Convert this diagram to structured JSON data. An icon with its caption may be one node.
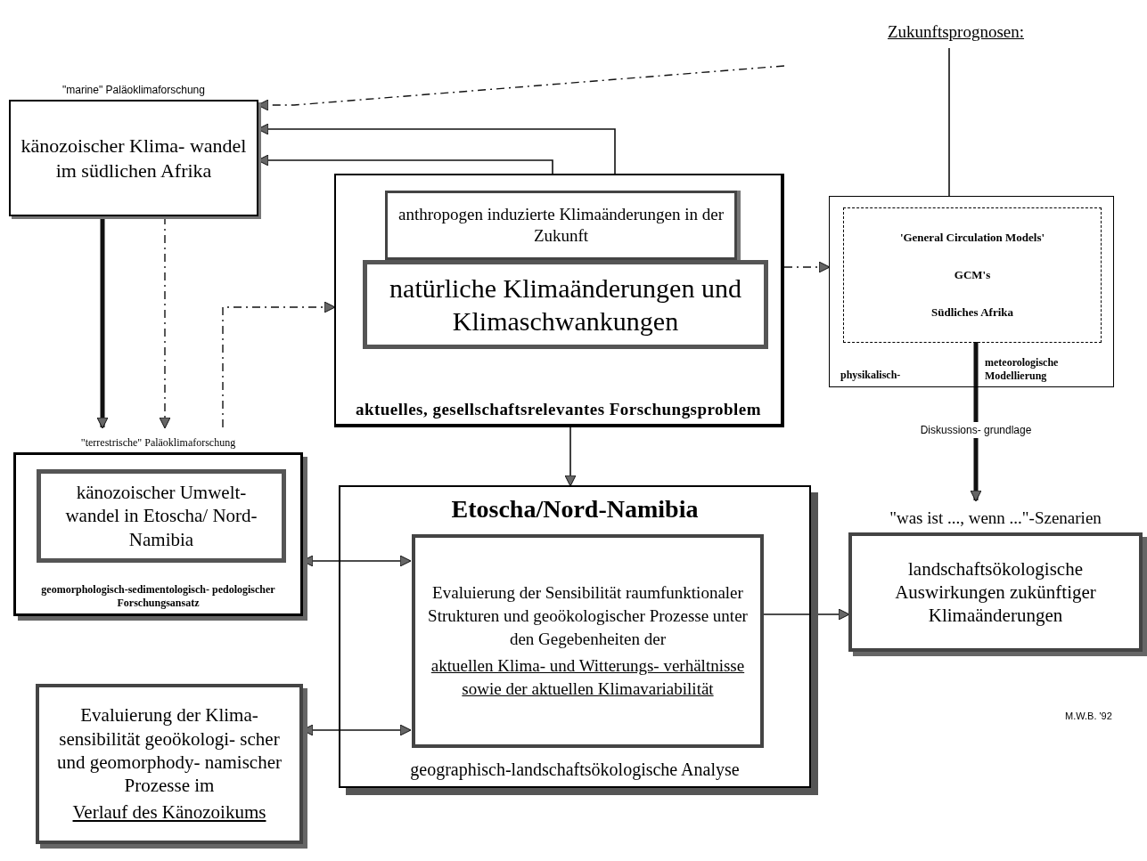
{
  "diagram": {
    "nodes": [
      {
        "text": [
          "\"marine\" Paläoklimaforschung",
          "känozoischer Klima- wandel im südlichen Afrika"
        ]
      },
      {
        "text": [
          "aktuelles, gesellschaftsrelevantes Forschungsproblem"
        ]
      },
      {
        "text": [
          "anthropogen induzierte Klimaänderungen in der Zukunft"
        ],
        "in": 1
      },
      {
        "text": [
          "natürliche Klimaänderungen und Klimaschwankungen"
        ],
        "in": 1
      },
      {
        "text": [
          "physikalisch-",
          "meteorologische Modellierung"
        ]
      },
      {
        "text": [
          "'General Circulation Models'",
          "GCM's",
          "Südliches Afrika"
        ],
        "in": 4
      },
      {
        "text": [
          "Zukunftsprognosen:"
        ]
      },
      {
        "text": [
          "\"terrestrische\" Paläoklimaforschung",
          "geomorphologisch-sedimentologisch- pedologischer Forschungsansatz"
        ]
      },
      {
        "text": [
          "känozoischer Umwelt- wandel in Etoscha/ Nord-Namibia"
        ],
        "in": 7
      },
      {
        "text": [
          "Etoscha/Nord-Namibia",
          "geographisch-landschaftsökologische Analyse"
        ]
      },
      {
        "text": [
          "Evaluierung der Sensibilität raumfunktionaler Strukturen und geoökologischer Prozesse unter den Gegebenheiten der",
          "aktuellen Klima- und Witterungs- verhältnisse sowie der aktuellen Klimavariabilität"
        ],
        "in": 9
      },
      {
        "text": [
          "Evaluierung der Klima- sensibilität geoökologi- scher und geomorphody- namischer Prozesse im",
          "Verlauf des Känozoikums"
        ]
      },
      {
        "text": [
          "\"was ist ..., wenn ...\"-Szenarien",
          "landschaftsökologische Auswirkungen zukünftiger Klimaänderungen"
        ]
      }
    ],
    "edges": [
      {
        "from": 0,
        "to": 7,
        "arrow": "to",
        "style": "thick"
      },
      {
        "from": 0,
        "to": 7,
        "arrow": "to",
        "style": "dashed"
      },
      {
        "from": 7,
        "to": 1,
        "arrow": "to",
        "style": "dashed"
      },
      {
        "from": 1,
        "to": 0,
        "arrow": "to"
      },
      {
        "from": 1,
        "to": 0,
        "arrow": "to"
      },
      {
        "from": null,
        "to": 0,
        "arrow": "to",
        "style": "dashed"
      },
      {
        "from": 1,
        "to": 4,
        "arrow": "to",
        "style": "dashed"
      },
      {
        "from": 1,
        "to": 9,
        "arrow": "to"
      },
      {
        "from": 7,
        "to": 10,
        "arrow": "both"
      },
      {
        "from": 11,
        "to": 10,
        "arrow": "both"
      },
      {
        "from": 10,
        "to": 12,
        "arrow": "to"
      },
      {
        "from": 5,
        "to": 12,
        "arrow": "to",
        "style": "thick",
        "label": "Diskussions- grundlage"
      },
      {
        "from": 6,
        "to": 4,
        "arrow": "none"
      }
    ],
    "labels": [
      "M.W.B. '92"
    ]
  }
}
